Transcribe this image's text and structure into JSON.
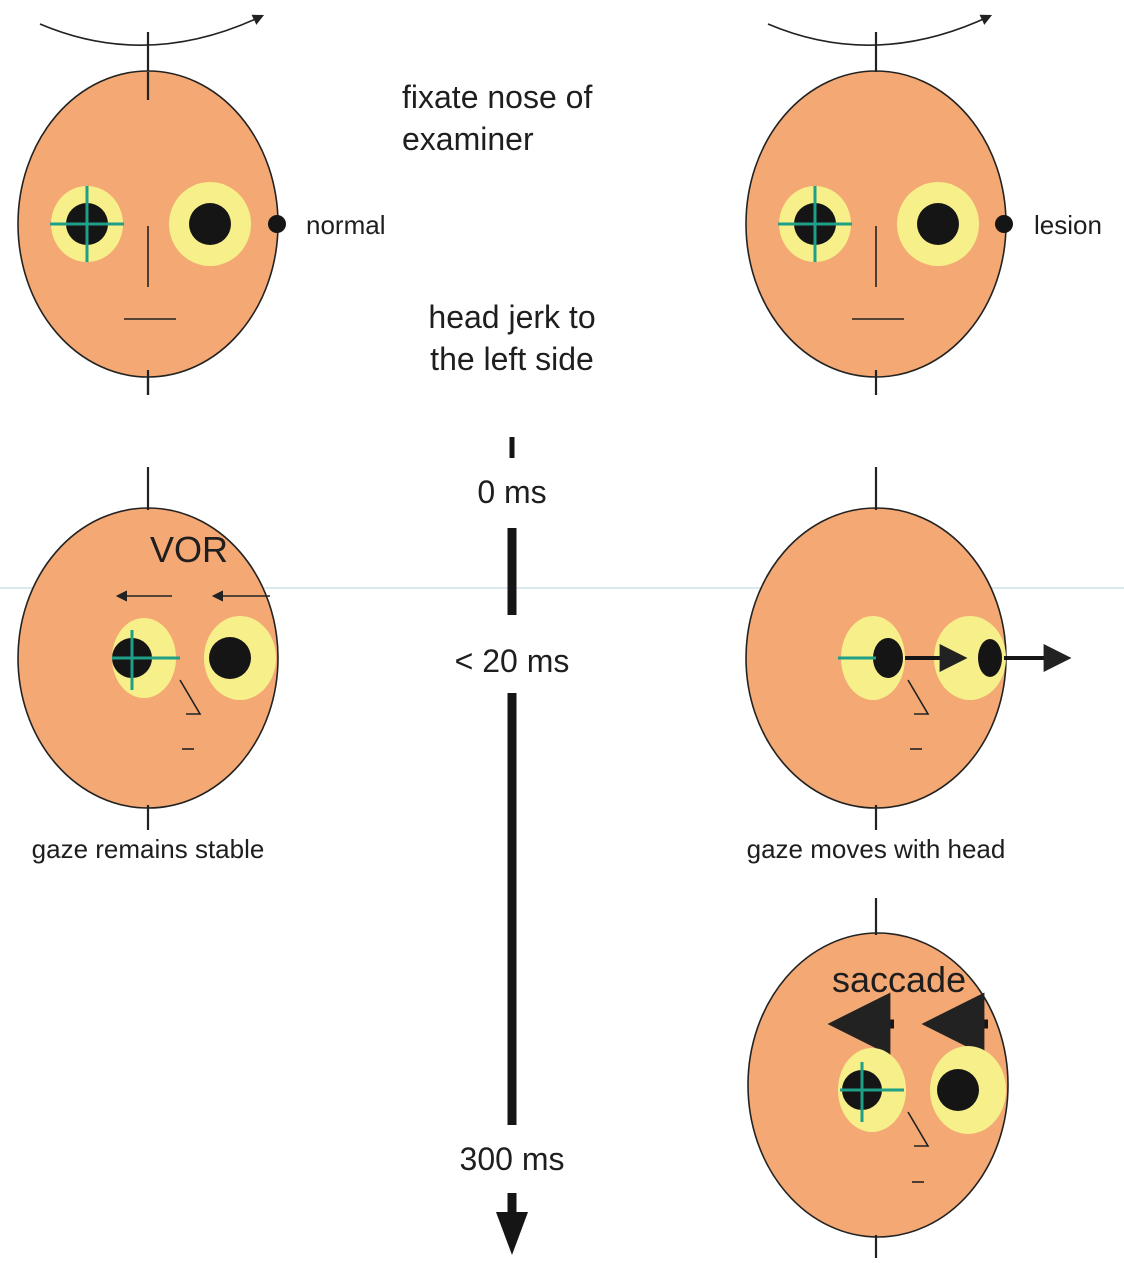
{
  "labels": {
    "instruction_1": "fixate nose of",
    "instruction_2": "examiner",
    "normal": "normal",
    "lesion": "lesion",
    "jerk_1": "head jerk to",
    "jerk_2": "the left side",
    "vor": "VOR",
    "saccade": "saccade",
    "gaze_stable": "gaze remains stable",
    "gaze_moves": "gaze moves with head"
  },
  "timeline": {
    "t0": "0 ms",
    "t20": "< 20 ms",
    "t300": "300 ms"
  },
  "colors": {
    "face": "#f4a874",
    "sclera": "#f7f08a",
    "pupil": "#151515",
    "crosshair": "#1f9e88"
  }
}
